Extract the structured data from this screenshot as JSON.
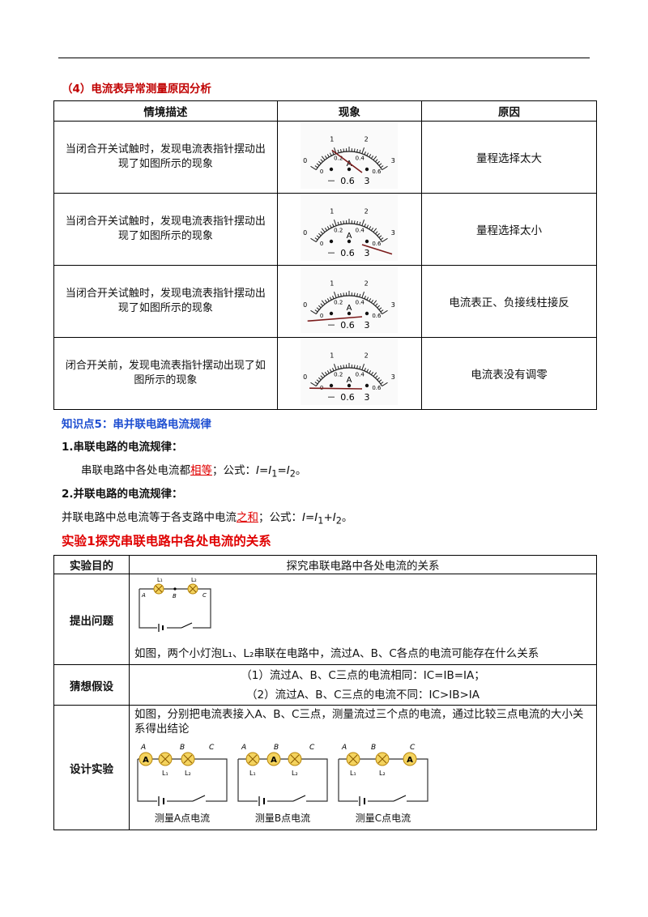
{
  "section4_title": "（4）电流表异常测量原因分析",
  "table1": {
    "headers": [
      "情境描述",
      "现象",
      "原因"
    ],
    "rows": [
      {
        "desc": "当闭合开关试触时，发现电流表指针摆动出现了如图所示的现象",
        "cause": "量程选择太大"
      },
      {
        "desc": "当闭合开关试触时，发现电流表指针摆动出现了如图所示的现象",
        "cause": "量程选择太小"
      },
      {
        "desc": "当闭合开关试触时，发现电流表指针摆动出现了如图所示的现象",
        "cause": "电流表正、负接线柱接反"
      },
      {
        "desc": "闭合开关前，发现电流表指针摆动出现了如图所示的现象",
        "cause": "电流表没有调零"
      }
    ],
    "meter": {
      "scale_top": [
        "0",
        "1",
        "2",
        "3"
      ],
      "scale_bottom": [
        "0",
        "0.2",
        "0.4",
        "0.6"
      ],
      "unit": "A",
      "terminals": [
        "－",
        "0.6",
        "3"
      ]
    }
  },
  "kp5_title": "知识点5：串并联电路电流规律",
  "series_heading": "1.串联电路的电流规律：",
  "series_text_pre": "串联电路中各处电流都",
  "series_text_key": "相等",
  "series_text_post": "；公式：",
  "parallel_heading": "2.并联电路的电流规律：",
  "parallel_text_pre": "并联电路中总电流等于各支路中电流",
  "parallel_text_key": "之和",
  "parallel_text_post": "；公式：",
  "experiment_title": "实验1探究串联电路中各处电流的关系",
  "table2": {
    "purpose_label": "实验目的",
    "purpose_value": "探究串联电路中各处电流的关系",
    "question_label": "提出问题",
    "question_text": "如图，两个小灯泡L₁、L₂串联在电路中，流过A、B、C各点的电流可能存在什么关系",
    "hypothesis_label": "猜想假设",
    "hypothesis_1": "（1）流过A、B、C三点的电流相同：IC=IB=IA；",
    "hypothesis_2": "（2）流过A、B、C三点的电流不同：IC>IB>IA",
    "design_label": "设计实验",
    "design_text": "如图，分别把电流表接入A、B、C三点，测量流过三个点的电流，通过比较三点电流的大小关系得出结论",
    "circuit_captions": [
      "测量A点电流",
      "测量B点电流",
      "测量C点电流"
    ]
  }
}
